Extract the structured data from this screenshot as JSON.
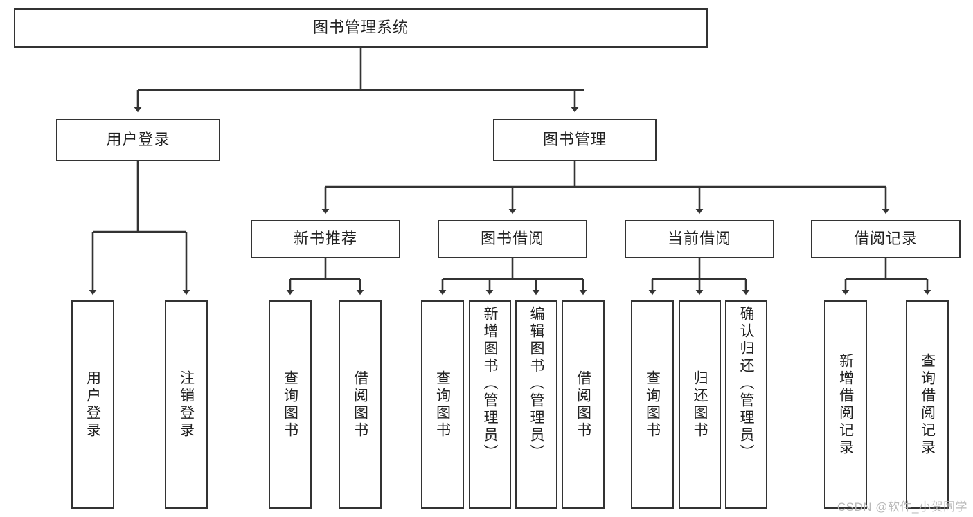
{
  "diagram": {
    "type": "hierarchy-tree",
    "title": "图书管理系统",
    "colors": {
      "node_border": "#333333",
      "node_fill": "#ffffff",
      "edge": "#333333",
      "text": "#222222",
      "watermark": "#b9b9b9"
    },
    "levels": {
      "root": {
        "label": "图书管理系统"
      },
      "level1": [
        {
          "label": "用户登录"
        },
        {
          "label": "图书管理"
        }
      ],
      "level2": [
        {
          "label": "新书推荐"
        },
        {
          "label": "图书借阅"
        },
        {
          "label": "当前借阅"
        },
        {
          "label": "借阅记录"
        }
      ],
      "leaves": {
        "user_login": [
          {
            "label": "用户登录"
          },
          {
            "label": "注销登录"
          }
        ],
        "new_book_recommend": [
          {
            "label": "查询图书"
          },
          {
            "label": "借阅图书"
          }
        ],
        "book_borrow": [
          {
            "label": "查询图书"
          },
          {
            "label": "新增图书（管理员）"
          },
          {
            "label": "编辑图书（管理员）"
          },
          {
            "label": "借阅图书"
          }
        ],
        "current_borrow": [
          {
            "label": "查询图书"
          },
          {
            "label": "归还图书"
          },
          {
            "label": "确认归还（管理员）"
          }
        ],
        "borrow_record": [
          {
            "label": "新增借阅记录"
          },
          {
            "label": "查询借阅记录"
          }
        ]
      }
    }
  },
  "watermark": {
    "text": "CSDN @软件_小贺同学"
  }
}
